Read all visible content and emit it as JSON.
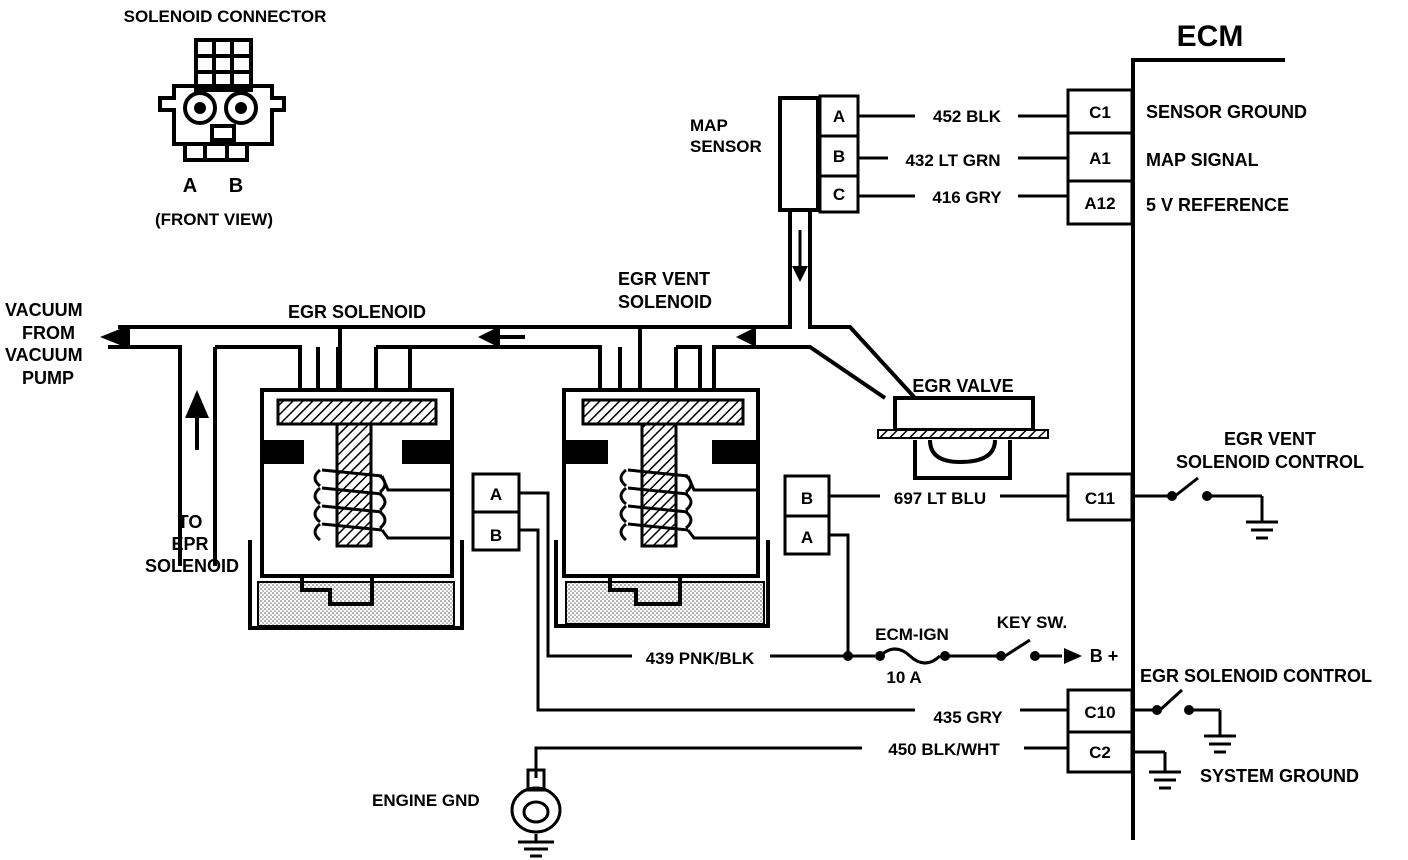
{
  "connector": {
    "title": "SOLENOID CONNECTOR",
    "pin_a": "A",
    "pin_b": "B",
    "view": "(FRONT VIEW)"
  },
  "ecm": {
    "title": "ECM",
    "pins": [
      {
        "pin": "C1",
        "wire": "452 BLK",
        "function": "SENSOR GROUND"
      },
      {
        "pin": "A1",
        "wire": "432 LT GRN",
        "function": "MAP SIGNAL"
      },
      {
        "pin": "A12",
        "wire": "416 GRY",
        "function": "5 V REFERENCE"
      },
      {
        "pin": "C11",
        "wire": "697 LT BLU",
        "function_line1": "EGR VENT",
        "function_line2": "SOLENOID CONTROL"
      },
      {
        "pin": "C10",
        "wire": "435 GRY",
        "function": "EGR SOLENOID CONTROL"
      },
      {
        "pin": "C2",
        "wire": "450 BLK/WHT",
        "function": "SYSTEM GROUND"
      }
    ]
  },
  "map_sensor": {
    "line1": "MAP",
    "line2": "SENSOR",
    "pins": [
      "A",
      "B",
      "C"
    ]
  },
  "vacuum": {
    "line1": "VACUUM",
    "line2": "FROM",
    "line3": "VACUUM",
    "line4": "PUMP"
  },
  "epr": {
    "line1": "TO",
    "line2": "EPR",
    "line3": "SOLENOID"
  },
  "egr_solenoid": {
    "label": "EGR SOLENOID",
    "pin_top": "A",
    "pin_bottom": "B"
  },
  "egr_vent_solenoid": {
    "line1": "EGR VENT",
    "line2": "SOLENOID",
    "pin_top": "B",
    "pin_bottom": "A"
  },
  "egr_valve": {
    "label": "EGR VALVE"
  },
  "power": {
    "wire": "439 PNK/BLK",
    "fuse_name": "ECM-IGN",
    "fuse_rating": "10 A",
    "key_switch": "KEY SW.",
    "battery": "B +"
  },
  "ground": {
    "engine": "ENGINE GND"
  }
}
